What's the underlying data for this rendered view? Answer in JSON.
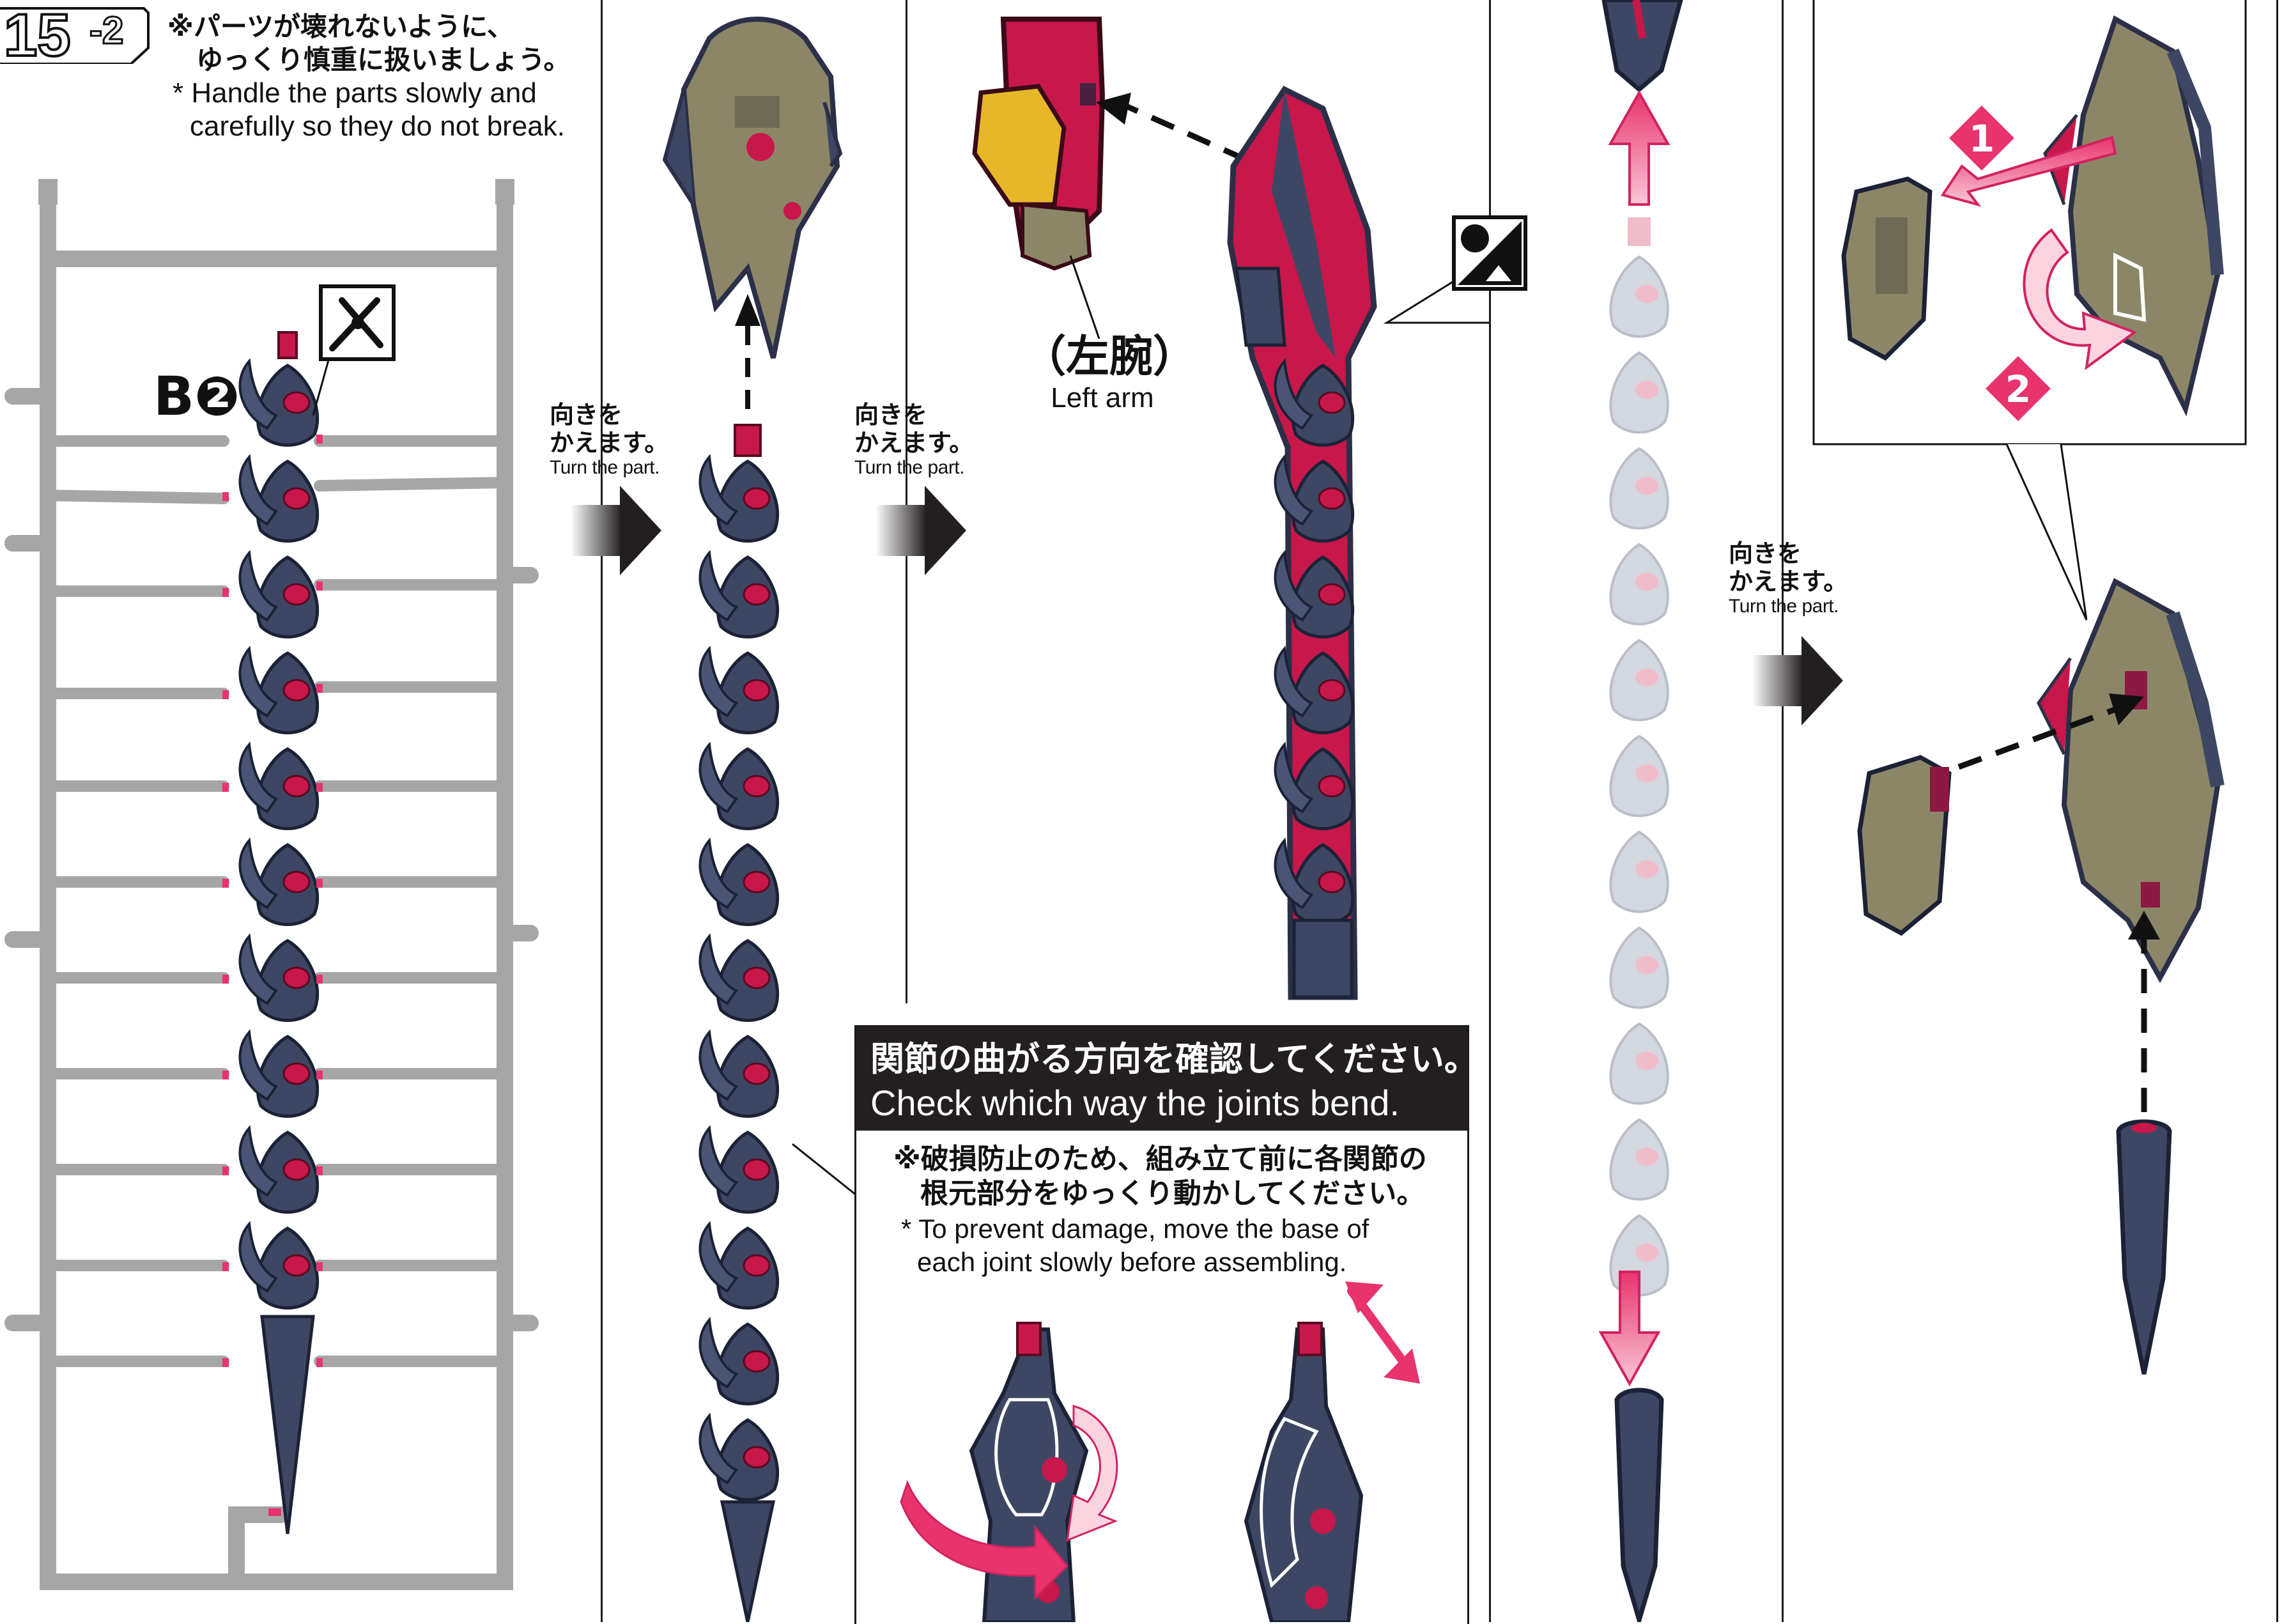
{
  "step": {
    "main": "15",
    "sub": "-2"
  },
  "caution": {
    "jp_line1": "※パーツが壊れないように、",
    "jp_line2": "ゆっくり慎重に扱いましょう。",
    "en_line1": "* Handle the parts slowly and",
    "en_line2": "carefully so they do not break."
  },
  "runner": {
    "label": "B❷"
  },
  "turn_label": {
    "jp1": "向きを",
    "jp2": "かえます。",
    "en": "Turn the part."
  },
  "left_arm": {
    "jp": "（左腕）",
    "en": "Left arm"
  },
  "joint_check": {
    "heading_jp": "関節の曲がる方向を確認してください。",
    "heading_en": "Check which way the joints bend.",
    "note_jp1": "※破損防止のため、組み立て前に各関節の",
    "note_jp2": "根元部分をゆっくり動かしてください。",
    "note_en1": "* To prevent damage, move the base of",
    "note_en2": "each joint slowly before assembling."
  },
  "callouts": {
    "one": "1",
    "two": "2"
  },
  "icons": [
    "nipper-icon",
    "sticker-tool-icon",
    "turn-arrow-icon",
    "dashed-insert-arrow-icon",
    "pink-direction-arrow-icon"
  ],
  "colors": {
    "navy": "#3d4763",
    "magenta": "#c8174b",
    "khaki": "#8c8668",
    "pink": "#e8336d",
    "yellow": "#e7b72a",
    "runner": "#a6a6a6"
  }
}
